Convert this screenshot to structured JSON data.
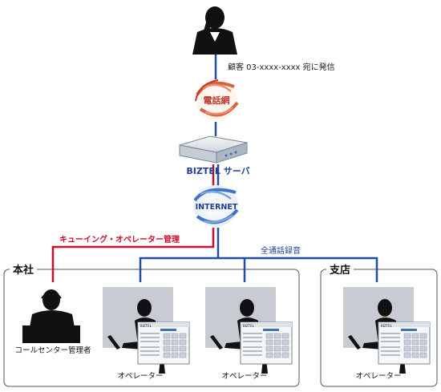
{
  "caller_label": "顧客 03-xxxx-xxxx 宛に発信",
  "telephone_network_label": "電話網",
  "server_label": "BIZTEL サーバ",
  "internet_label": "INTERNET",
  "queuing_label": "キューイング・オペレーター管理",
  "recording_label": "全通話録音",
  "head_office": {
    "title": "本社",
    "manager_label": "コールセンター管理者",
    "operator_labels": [
      "オペレーター",
      "オペレーター"
    ]
  },
  "branch": {
    "title": "支店",
    "operator_label": "オペレーター"
  },
  "screen_brand": "BIZTEL",
  "colors": {
    "blue_line": "#1f4fa0",
    "red_line": "#c8102e",
    "red_text": "#c8102e",
    "blue_text": "#1f3f8f"
  }
}
